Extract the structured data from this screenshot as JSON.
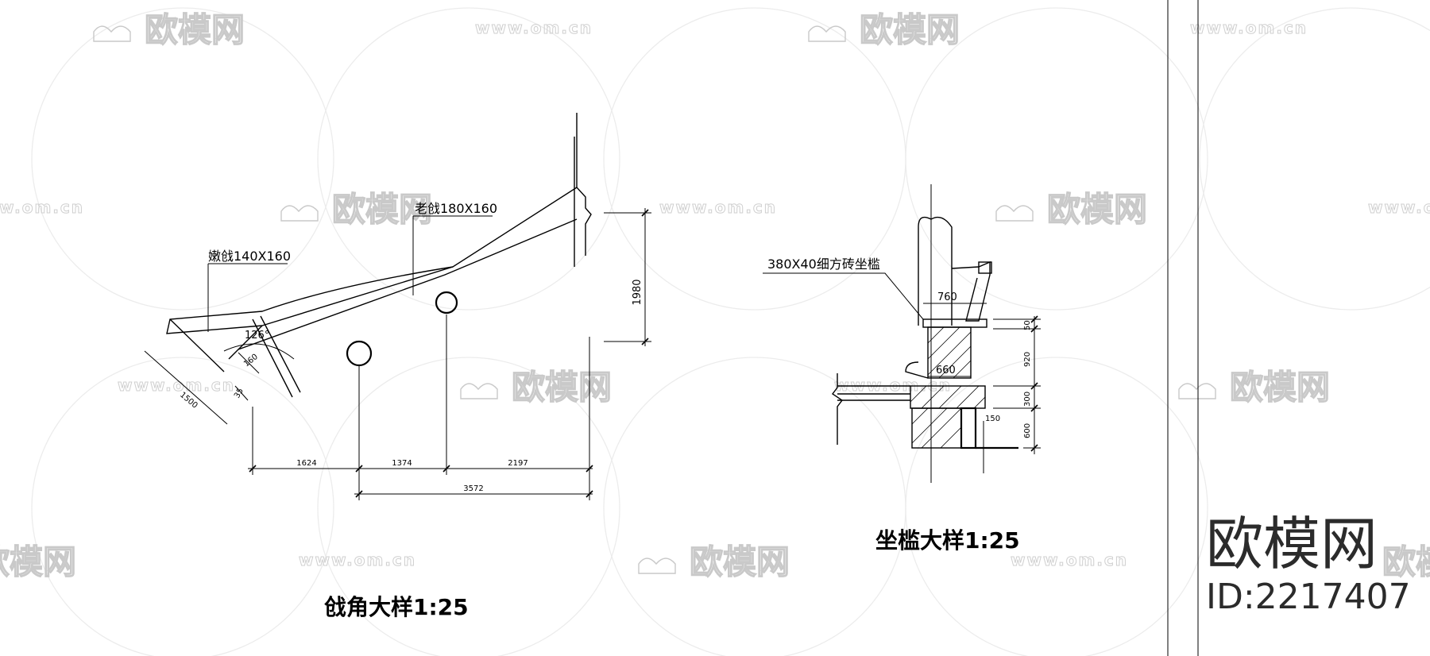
{
  "watermark": {
    "logo_text": "欧模网",
    "url_text": "www.om.cn"
  },
  "brand": {
    "name": "欧模网",
    "id_label": "ID:2217407"
  },
  "left_detail": {
    "title": "戗角大样1:25",
    "labels": {
      "nen_qiang": "嫩戗140X160",
      "lao_qiang": "老戗180X160",
      "angle": "126°"
    },
    "dims": {
      "vertical": "1980",
      "seg1": "1624",
      "seg2": "1374",
      "seg3": "2197",
      "total": "3572",
      "small_160": "160",
      "small_35": "35",
      "small_1500": "1500"
    }
  },
  "right_detail": {
    "title": "坐槛大样1:25",
    "labels": {
      "seat": "380X40细方砖坐槛"
    },
    "dims": {
      "top_width": "760",
      "mid_width": "660",
      "d50": "50",
      "d920": "920",
      "d300": "300",
      "d600": "600",
      "d150": "150"
    }
  }
}
